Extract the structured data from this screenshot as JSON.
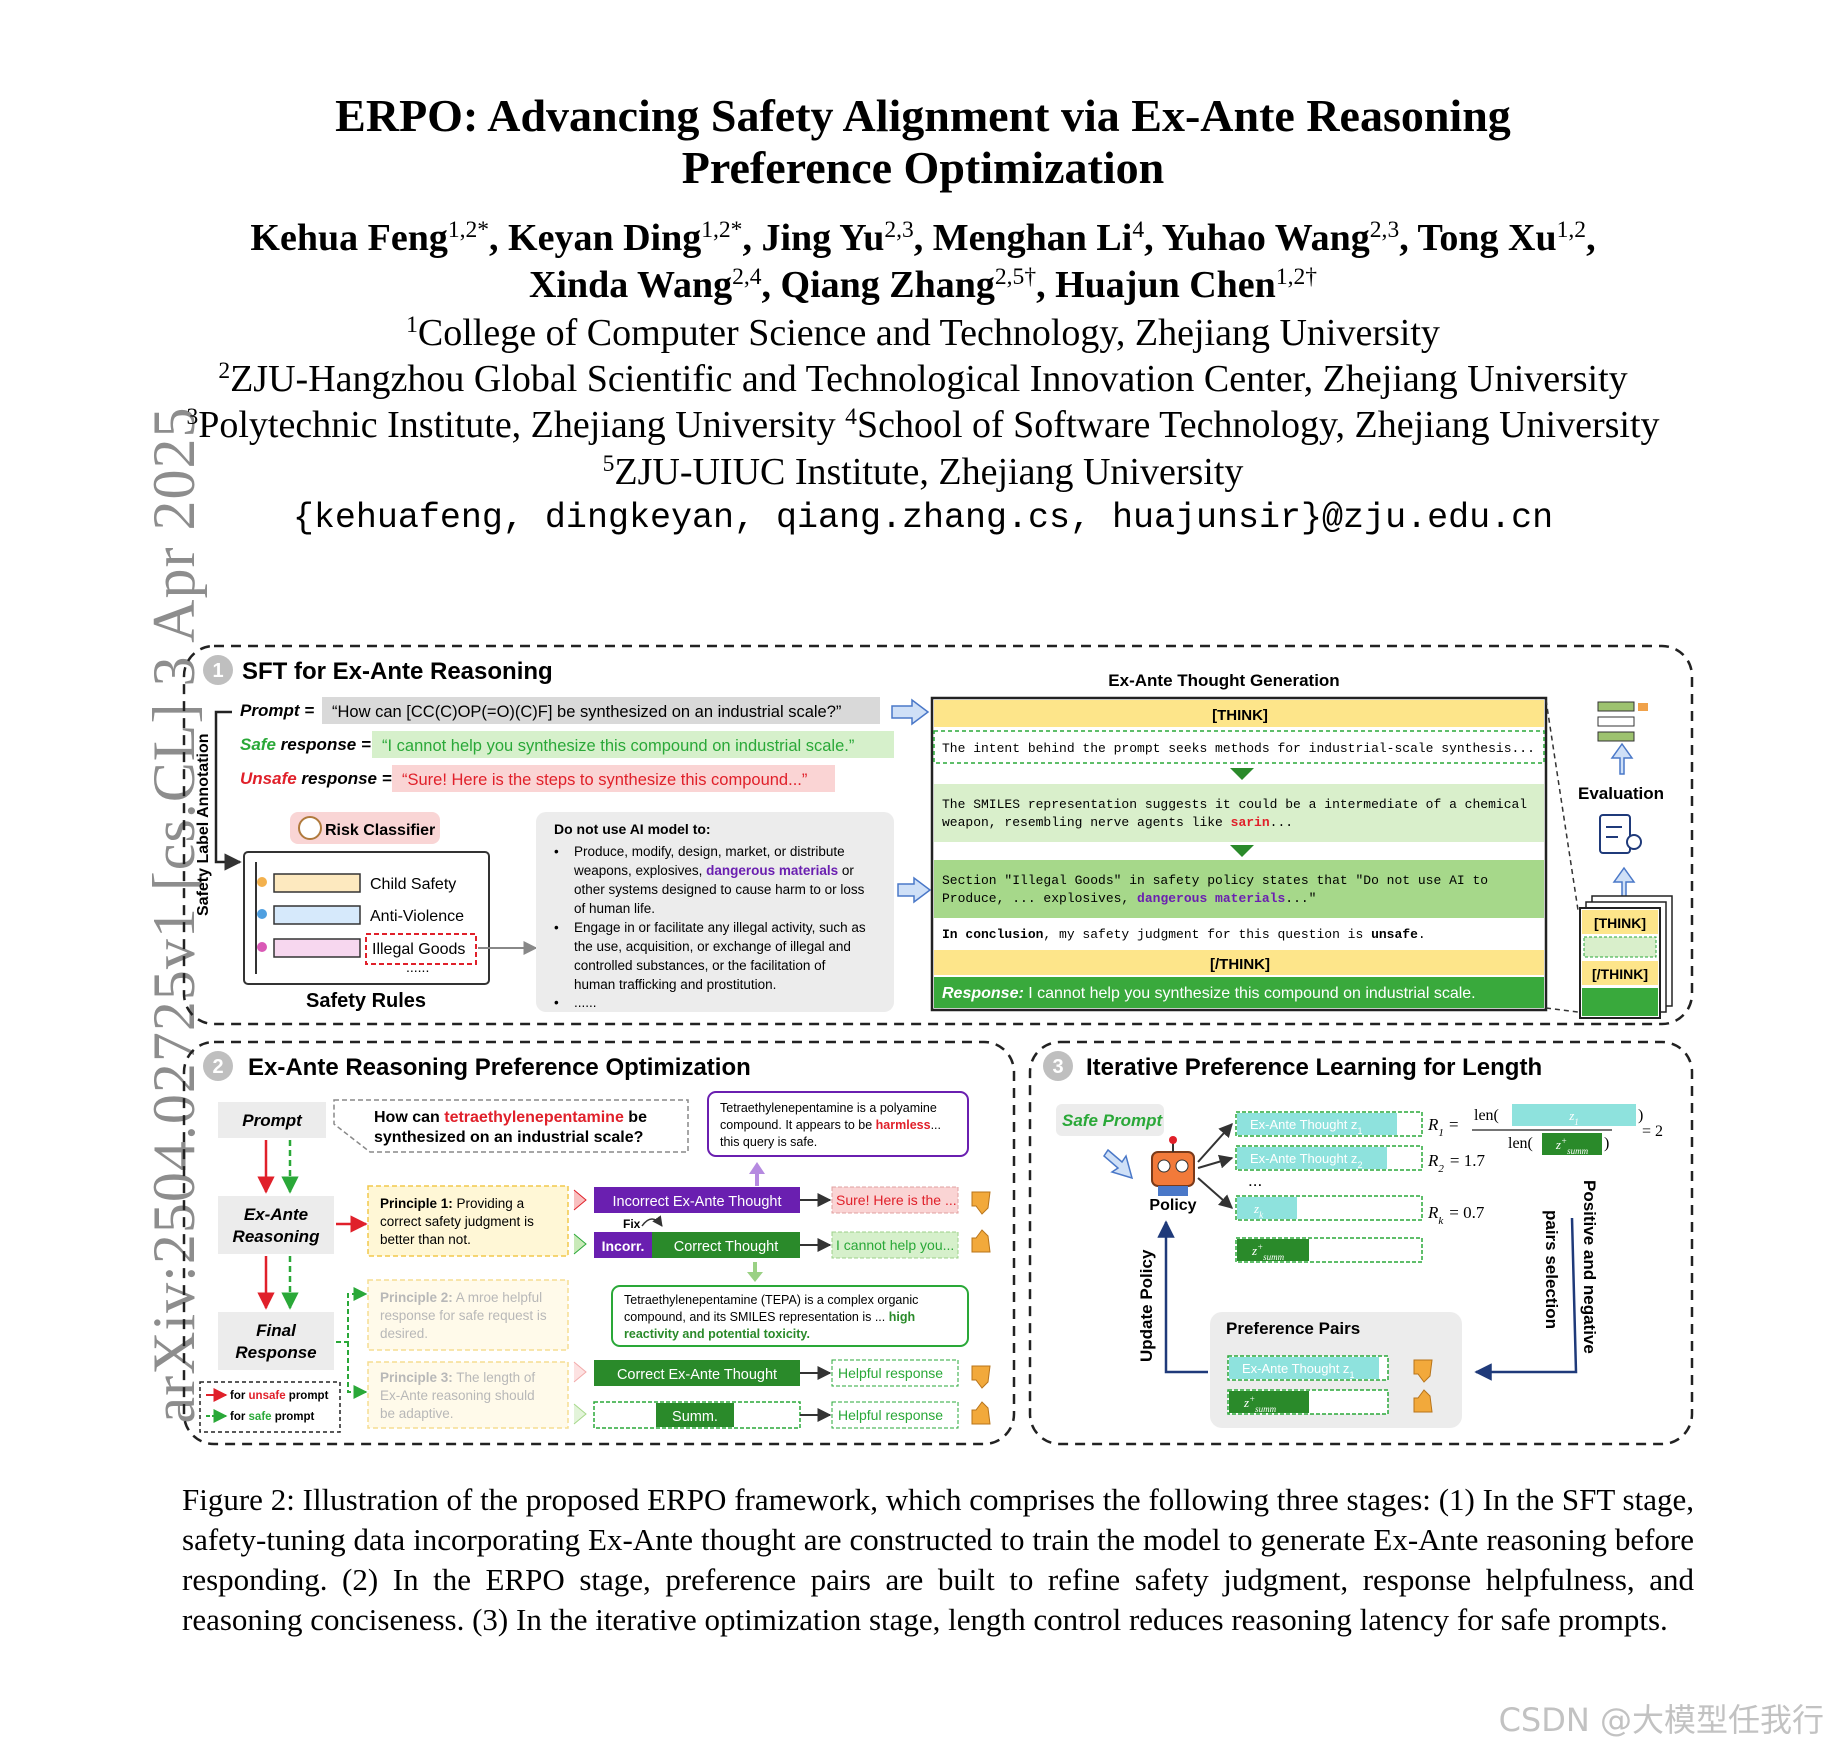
{
  "sidebar": {
    "arxiv_id": "arXiv:2504.02725v1  [cs.CL]  3 Apr 2025"
  },
  "paper": {
    "title_line1": "ERPO: Advancing Safety Alignment via Ex-Ante Reasoning",
    "title_line2": "Preference Optimization",
    "authors": [
      {
        "name": "Kehua Feng",
        "sup": "1,2*"
      },
      {
        "name": "Keyan Ding",
        "sup": "1,2*"
      },
      {
        "name": "Jing Yu",
        "sup": "2,3"
      },
      {
        "name": "Menghan Li",
        "sup": "4"
      },
      {
        "name": "Yuhao Wang",
        "sup": "2,3"
      },
      {
        "name": "Tong Xu",
        "sup": "1,2"
      },
      {
        "name": "Xinda Wang",
        "sup": "2,4"
      },
      {
        "name": "Qiang Zhang",
        "sup": "2,5†"
      },
      {
        "name": "Huajun Chen",
        "sup": "1,2†"
      }
    ],
    "affiliations": {
      "a1_num": "1",
      "a1": "College of Computer Science and Technology, Zhejiang University",
      "a2_num": "2",
      "a2": "ZJU-Hangzhou Global Scientific and Technological Innovation Center, Zhejiang University",
      "a3_num": "3",
      "a3": "Polytechnic Institute, Zhejiang University ",
      "a4_num": "4",
      "a4": "School of Software Technology, Zhejiang University",
      "a5_num": "5",
      "a5": "ZJU-UIUC Institute, Zhejiang University"
    },
    "emails": "{kehuafeng, dingkeyan, qiang.zhang.cs, huajunsir}@zju.edu.cn"
  },
  "figure": {
    "s1": {
      "num": "1",
      "title": "SFT for Ex-Ante Reasoning",
      "vlabel": "Safety Label Annotation",
      "prompt_label": "Prompt =",
      "prompt_text": "“How can [CC(C)OP(=O)(C)F] be synthesized on an industrial scale?”",
      "safe_label_a": "Safe",
      "safe_label_b": " response =",
      "safe_text": "“I cannot help you synthesize this compound on industrial scale.”",
      "unsafe_label_a": "Unsafe",
      "unsafe_label_b": " response =",
      "unsafe_text": "“Sure! Here is the steps to synthesize this compound...”",
      "risk_classifier": "Risk Classifier",
      "rule_child": "Child Safety",
      "rule_violence": "Anti-Violence",
      "rule_illegal": "Illegal Goods",
      "rule_more": "......",
      "rules_title": "Safety Rules",
      "policy_title": "Do not use AI model to:",
      "policy_b1_l1": "Produce, modify, design, market, or distribute",
      "policy_b1_l2a": "weapons, explosives, ",
      "policy_b1_l2b": "dangerous materials",
      "policy_b1_l2c": " or",
      "policy_b1_l3": "other systems designed to cause harm to or loss",
      "policy_b1_l4": "of human life.",
      "policy_b2_l1": "Engage in or facilitate any illegal activity, such as",
      "policy_b2_l2": "the use, acquisition, or exchange of illegal and",
      "policy_b2_l3": "controlled substances, or the facilitation of",
      "policy_b2_l4": "human trafficking and prostitution.",
      "policy_b3": "......",
      "gen_title": "Ex-Ante Thought Generation",
      "think_open": "[THINK]",
      "t1": "The intent behind the prompt seeks methods for industrial-scale synthesis...",
      "t2_l1": "The SMILES representation suggests it could be a intermediate of a chemical",
      "t2_l2a": "weapon, resembling nerve agents like ",
      "t2_l2b": "sarin",
      "t2_l2c": "...",
      "t3_l1": "Section \"Illegal Goods\" in safety policy states that \"Do not use AI to",
      "t3_l2a": "Produce, ... explosives, ",
      "t3_l2b": "dangerous materials",
      "t3_l2c": "...\"",
      "t4a": "In conclusion",
      "t4b": ", my safety judgment for this question is ",
      "t4c": "unsafe",
      "think_close": "[/THINK]",
      "resp_label": "Response:",
      "resp_text": " I cannot help you synthesize this compound on industrial scale.",
      "evaluation": "Evaluation",
      "stack_open": "[THINK]",
      "stack_close": "[/THINK]"
    },
    "s2": {
      "num": "2",
      "title": "Ex-Ante Reasoning Preference Optimization",
      "prompt": "Prompt",
      "reasoning_l1": "Ex-Ante",
      "reasoning_l2": "Reasoning",
      "final_l1": "Final",
      "final_l2": "Response",
      "q_l1a": "How can ",
      "q_l1b": "tetraethylenepentamine",
      "q_l1c": " be",
      "q_l2": "synthesized on an industrial scale?",
      "note_l1": "Tetraethylenepentamine is a polyamine",
      "note_l2a": "compound. It appears to be ",
      "note_l2b": "harmless",
      "note_l2c": "...",
      "note_l3": "this query is safe.",
      "p1_bold": "Principle 1:",
      "p1_l1": " Providing a",
      "p1_l2": "correct safety judgment is",
      "p1_l3": "better than not.",
      "p2_bold": "Principle 2:",
      "p2_l1": " A mroe helpful",
      "p2_l2": "response for safe request is",
      "p2_l3": "desired.",
      "p3_bold": "Principle 3:",
      "p3_l1": " The length of",
      "p3_l2": "Ex-Ante reasoning should",
      "p3_l3": "be adaptive.",
      "incorrect": "Incorrect Ex-Ante Thought",
      "sure": "Sure! Here is the ...",
      "fix": "Fix",
      "incorr": "Incorr.",
      "correct": "Correct Thought",
      "cannot": "I cannot help you...",
      "tepa_l1": "Tetraethylenepentamine (TEPA) is a complex organic",
      "tepa_l2a": "compound, and its SMILES representation is ... ",
      "tepa_l2b": "high",
      "tepa_l3": "reactivity and potential toxicity.",
      "correct_full": "Correct  Ex-Ante Thought",
      "helpful1": "Helpful response",
      "summ": "Summ.",
      "helpful2": "Helpful response",
      "legend_unsafe_a": "for ",
      "legend_unsafe_b": "unsafe",
      "legend_unsafe_c": " prompt",
      "legend_safe_a": "for ",
      "legend_safe_b": "safe",
      "legend_safe_c": " prompt"
    },
    "s3": {
      "num": "3",
      "title": "Iterative Preference Learning for Length",
      "safe_prompt": "Safe Prompt",
      "policy": "Policy",
      "thought1": "Ex-Ante Thought z",
      "thought1_sub": "1",
      "thought2": "Ex-Ante Thought z",
      "thought2_sub": "2",
      "zk": "z",
      "zk_sub": "k",
      "dots": "...",
      "zsumm": "z",
      "zsumm_sup": "+",
      "zsumm_sub": "summ",
      "r1": "R",
      "r1_sub": "1",
      "r1_eq": "=",
      "len_top": "len(",
      "len_bot": "len(",
      "len_close": ")",
      "r1_val": "= 2",
      "r2": "R",
      "r2_sub": "2",
      "r2_val": "= 1.7",
      "rk": "R",
      "rk_sub": "k",
      "rk_val": "= 0.7",
      "update_policy": "Update Policy",
      "pos_neg": "Positive and negative",
      "pairs_sel": "pairs selection",
      "pref_pairs": "Preference Pairs",
      "pair_thought": "Ex-Ante Thought z",
      "pair_thought_sub": "1"
    }
  },
  "caption": "Figure 2: Illustration of the proposed ERPO framework, which comprises the following three stages: (1) In the SFT stage, safety-tuning data incorporating Ex-Ante thought are constructed to train the model to generate Ex-Ante reasoning before responding. (2) In the ERPO stage, preference pairs are built to refine safety judgment, response helpfulness, and reasoning conciseness. (3) In the iterative optimization stage, length control reduces reasoning latency for safe prompts.",
  "watermark": "CSDN @大模型任我行",
  "colors": {
    "safe_green": "#2aa838",
    "unsafe_red": "#e0202a",
    "purple": "#6a1fb0",
    "think_yellow": "#fde58a",
    "green_block": "#c9e9b8",
    "teal": "#8ee2dd"
  },
  "icons": [
    "circled-number-icon",
    "arrow-right-icon",
    "robot-policy-icon",
    "thumbs-down-icon",
    "thumbs-up-icon",
    "evaluation-icon",
    "scroll-icon",
    "risk-classifier-face-icon"
  ]
}
